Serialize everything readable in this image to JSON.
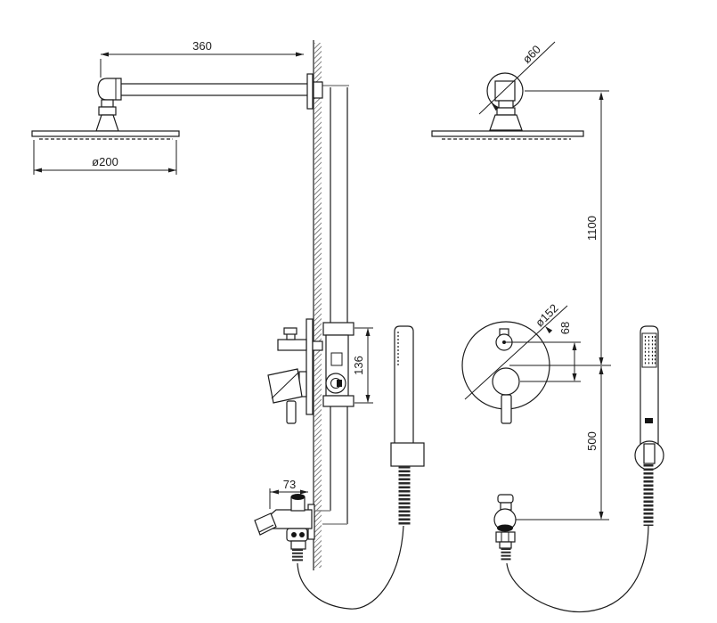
{
  "drawing": {
    "dimensions": {
      "arm_length": "360",
      "head_diameter": "ø200",
      "wall_flange_diameter": "ø60",
      "head_to_valve_height": "1100",
      "valve_plate_diameter": "ø152",
      "diverter_offset": "68",
      "valve_to_outlet_height": "500",
      "slider_bracket_height": "136",
      "outlet_projection": "73"
    },
    "colors": {
      "line": "#1c1c1c",
      "hatch": "#8a8a8a",
      "background": "#ffffff",
      "dark_fill": "#141414"
    }
  }
}
